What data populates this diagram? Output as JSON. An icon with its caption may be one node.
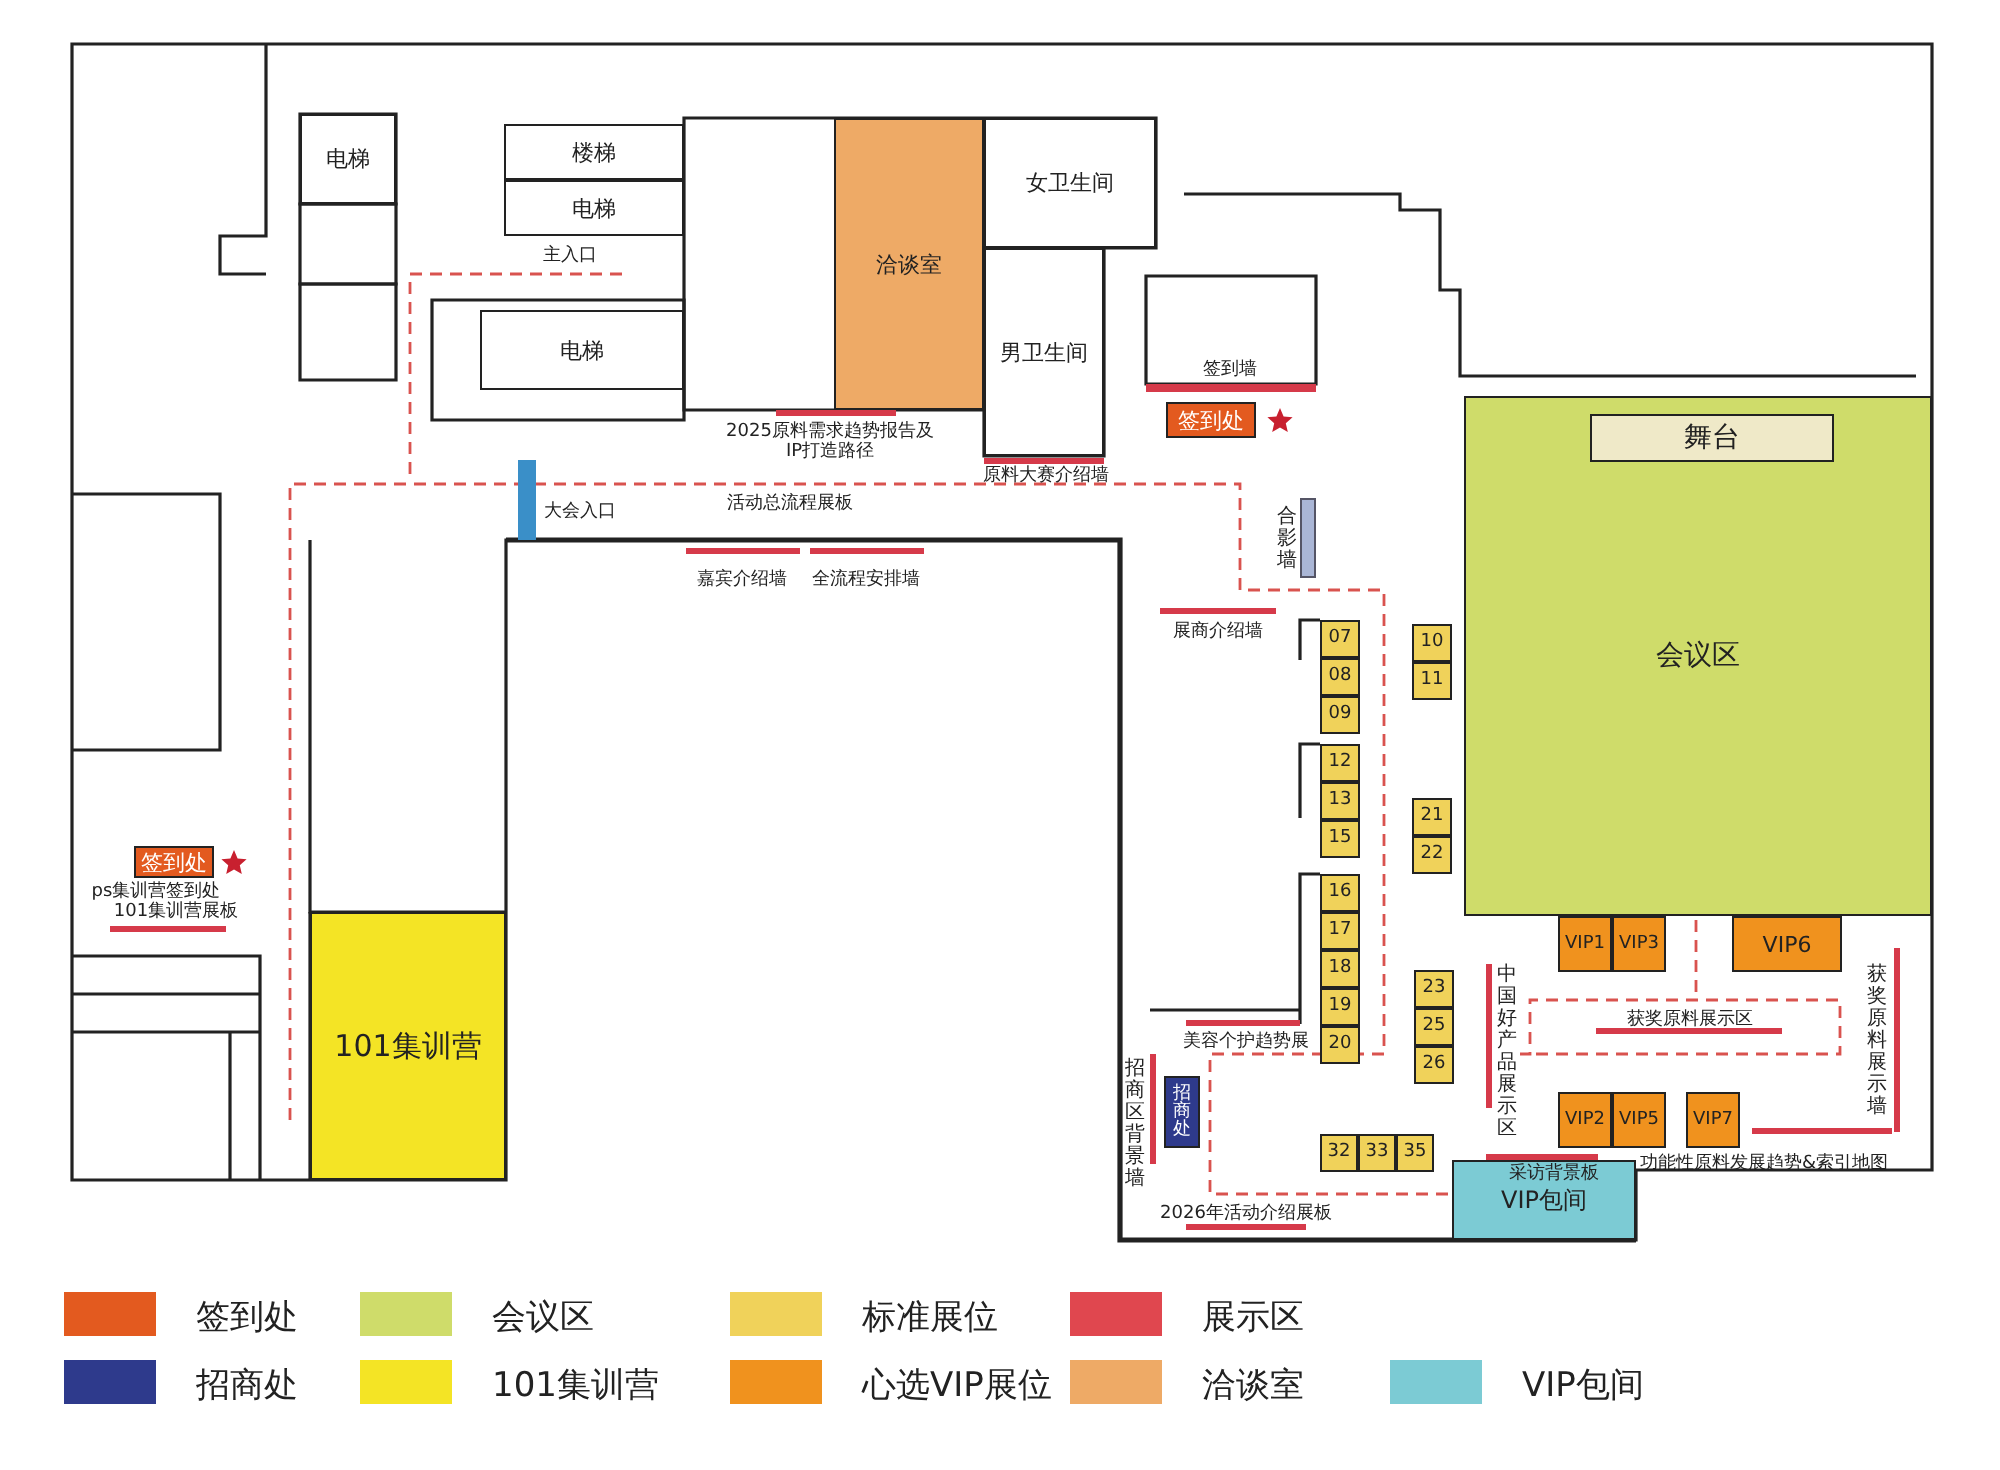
{
  "diagram": {
    "nodes": [
      {
        "text": [
          "电梯"
        ]
      },
      {
        "text": [
          "楼梯"
        ]
      },
      {
        "text": [
          "电梯"
        ]
      },
      {
        "text": [
          "电梯"
        ]
      },
      {
        "text": [
          "洽谈室"
        ]
      },
      {
        "text": [
          "女卫生间"
        ]
      },
      {
        "text": [
          "男卫生间"
        ]
      },
      {
        "text": [
          "签到处"
        ]
      },
      {
        "text": [
          "会议区"
        ]
      },
      {
        "text": [
          "舞台"
        ],
        "in": 8
      },
      {
        "text": [
          "07"
        ]
      },
      {
        "text": [
          "08"
        ]
      },
      {
        "text": [
          "09"
        ]
      },
      {
        "text": [
          "10"
        ]
      },
      {
        "text": [
          "11"
        ]
      },
      {
        "text": [
          "12"
        ]
      },
      {
        "text": [
          "13"
        ]
      },
      {
        "text": [
          "15"
        ]
      },
      {
        "text": [
          "21"
        ]
      },
      {
        "text": [
          "22"
        ]
      },
      {
        "text": [
          "16"
        ]
      },
      {
        "text": [
          "17"
        ]
      },
      {
        "text": [
          "18"
        ]
      },
      {
        "text": [
          "19"
        ]
      },
      {
        "text": [
          "20"
        ]
      },
      {
        "text": [
          "23"
        ]
      },
      {
        "text": [
          "25"
        ]
      },
      {
        "text": [
          "26"
        ]
      },
      {
        "text": [
          "签到处"
        ]
      },
      {
        "text": [
          "101集训营"
        ]
      },
      {
        "text": [
          "VIP1"
        ]
      },
      {
        "text": [
          "VIP3"
        ]
      },
      {
        "text": [
          "VIP6"
        ]
      },
      {
        "text": [
          "招商处"
        ]
      },
      {
        "text": [
          "VIP2"
        ]
      },
      {
        "text": [
          "VIP5"
        ]
      },
      {
        "text": [
          "VIP7"
        ]
      },
      {
        "text": [
          "32"
        ]
      },
      {
        "text": [
          "33"
        ]
      },
      {
        "text": [
          "35"
        ]
      },
      {
        "text": [
          "VIP包间"
        ]
      }
    ],
    "labels": [
      "主入口",
      "大会入口",
      "2025原料需求趋势报告及IP打造路径",
      "签到墙",
      "原料大赛介绍墙",
      "活动总流程展板",
      "嘉宾介绍墙",
      "全流程安排墙",
      "合影墙",
      "展商介绍墙",
      "ps集训营签到处",
      "101集训营展板",
      "美容个护趋势展",
      "中国好产品展示区",
      "获奖原料展示区",
      "获奖原料展示墙",
      "招商区背景墙",
      "功能性原料发展趋势&索引地图",
      "采访背景板",
      "2026年活动介绍展板"
    ],
    "legend": [
      {
        "text": "签到处",
        "color": "#e35a1f"
      },
      {
        "text": "会议区",
        "color": "#cfdc6a"
      },
      {
        "text": "标准展位",
        "color": "#f0d25a"
      },
      {
        "text": "展示区",
        "color": "#e0474f"
      },
      {
        "text": "招商处",
        "color": "#2e3a8c"
      },
      {
        "text": "101集训营",
        "color": "#f4e425"
      },
      {
        "text": "心选VIP展位",
        "color": "#f0921e"
      },
      {
        "text": "洽谈室",
        "color": "#eeaa66"
      },
      {
        "text": "VIP包间",
        "color": "#7ccbd4"
      }
    ]
  }
}
